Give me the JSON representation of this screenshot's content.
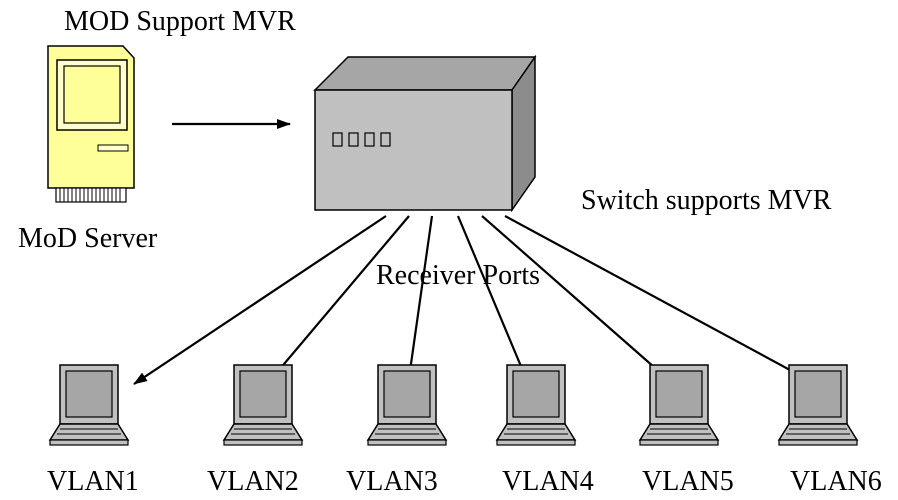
{
  "server": {
    "top_label": "MOD Support MVR",
    "bottom_label": "MoD Server",
    "body_color": "#ffff99"
  },
  "switch": {
    "label": "Switch supports MVR",
    "body_color": "#c0c0c0"
  },
  "receiver_ports_label": "Receiver Ports",
  "clients": [
    {
      "label": "VLAN1"
    },
    {
      "label": "VLAN2"
    },
    {
      "label": "VLAN3"
    },
    {
      "label": "VLAN4"
    },
    {
      "label": "VLAN5"
    },
    {
      "label": "VLAN6"
    }
  ]
}
